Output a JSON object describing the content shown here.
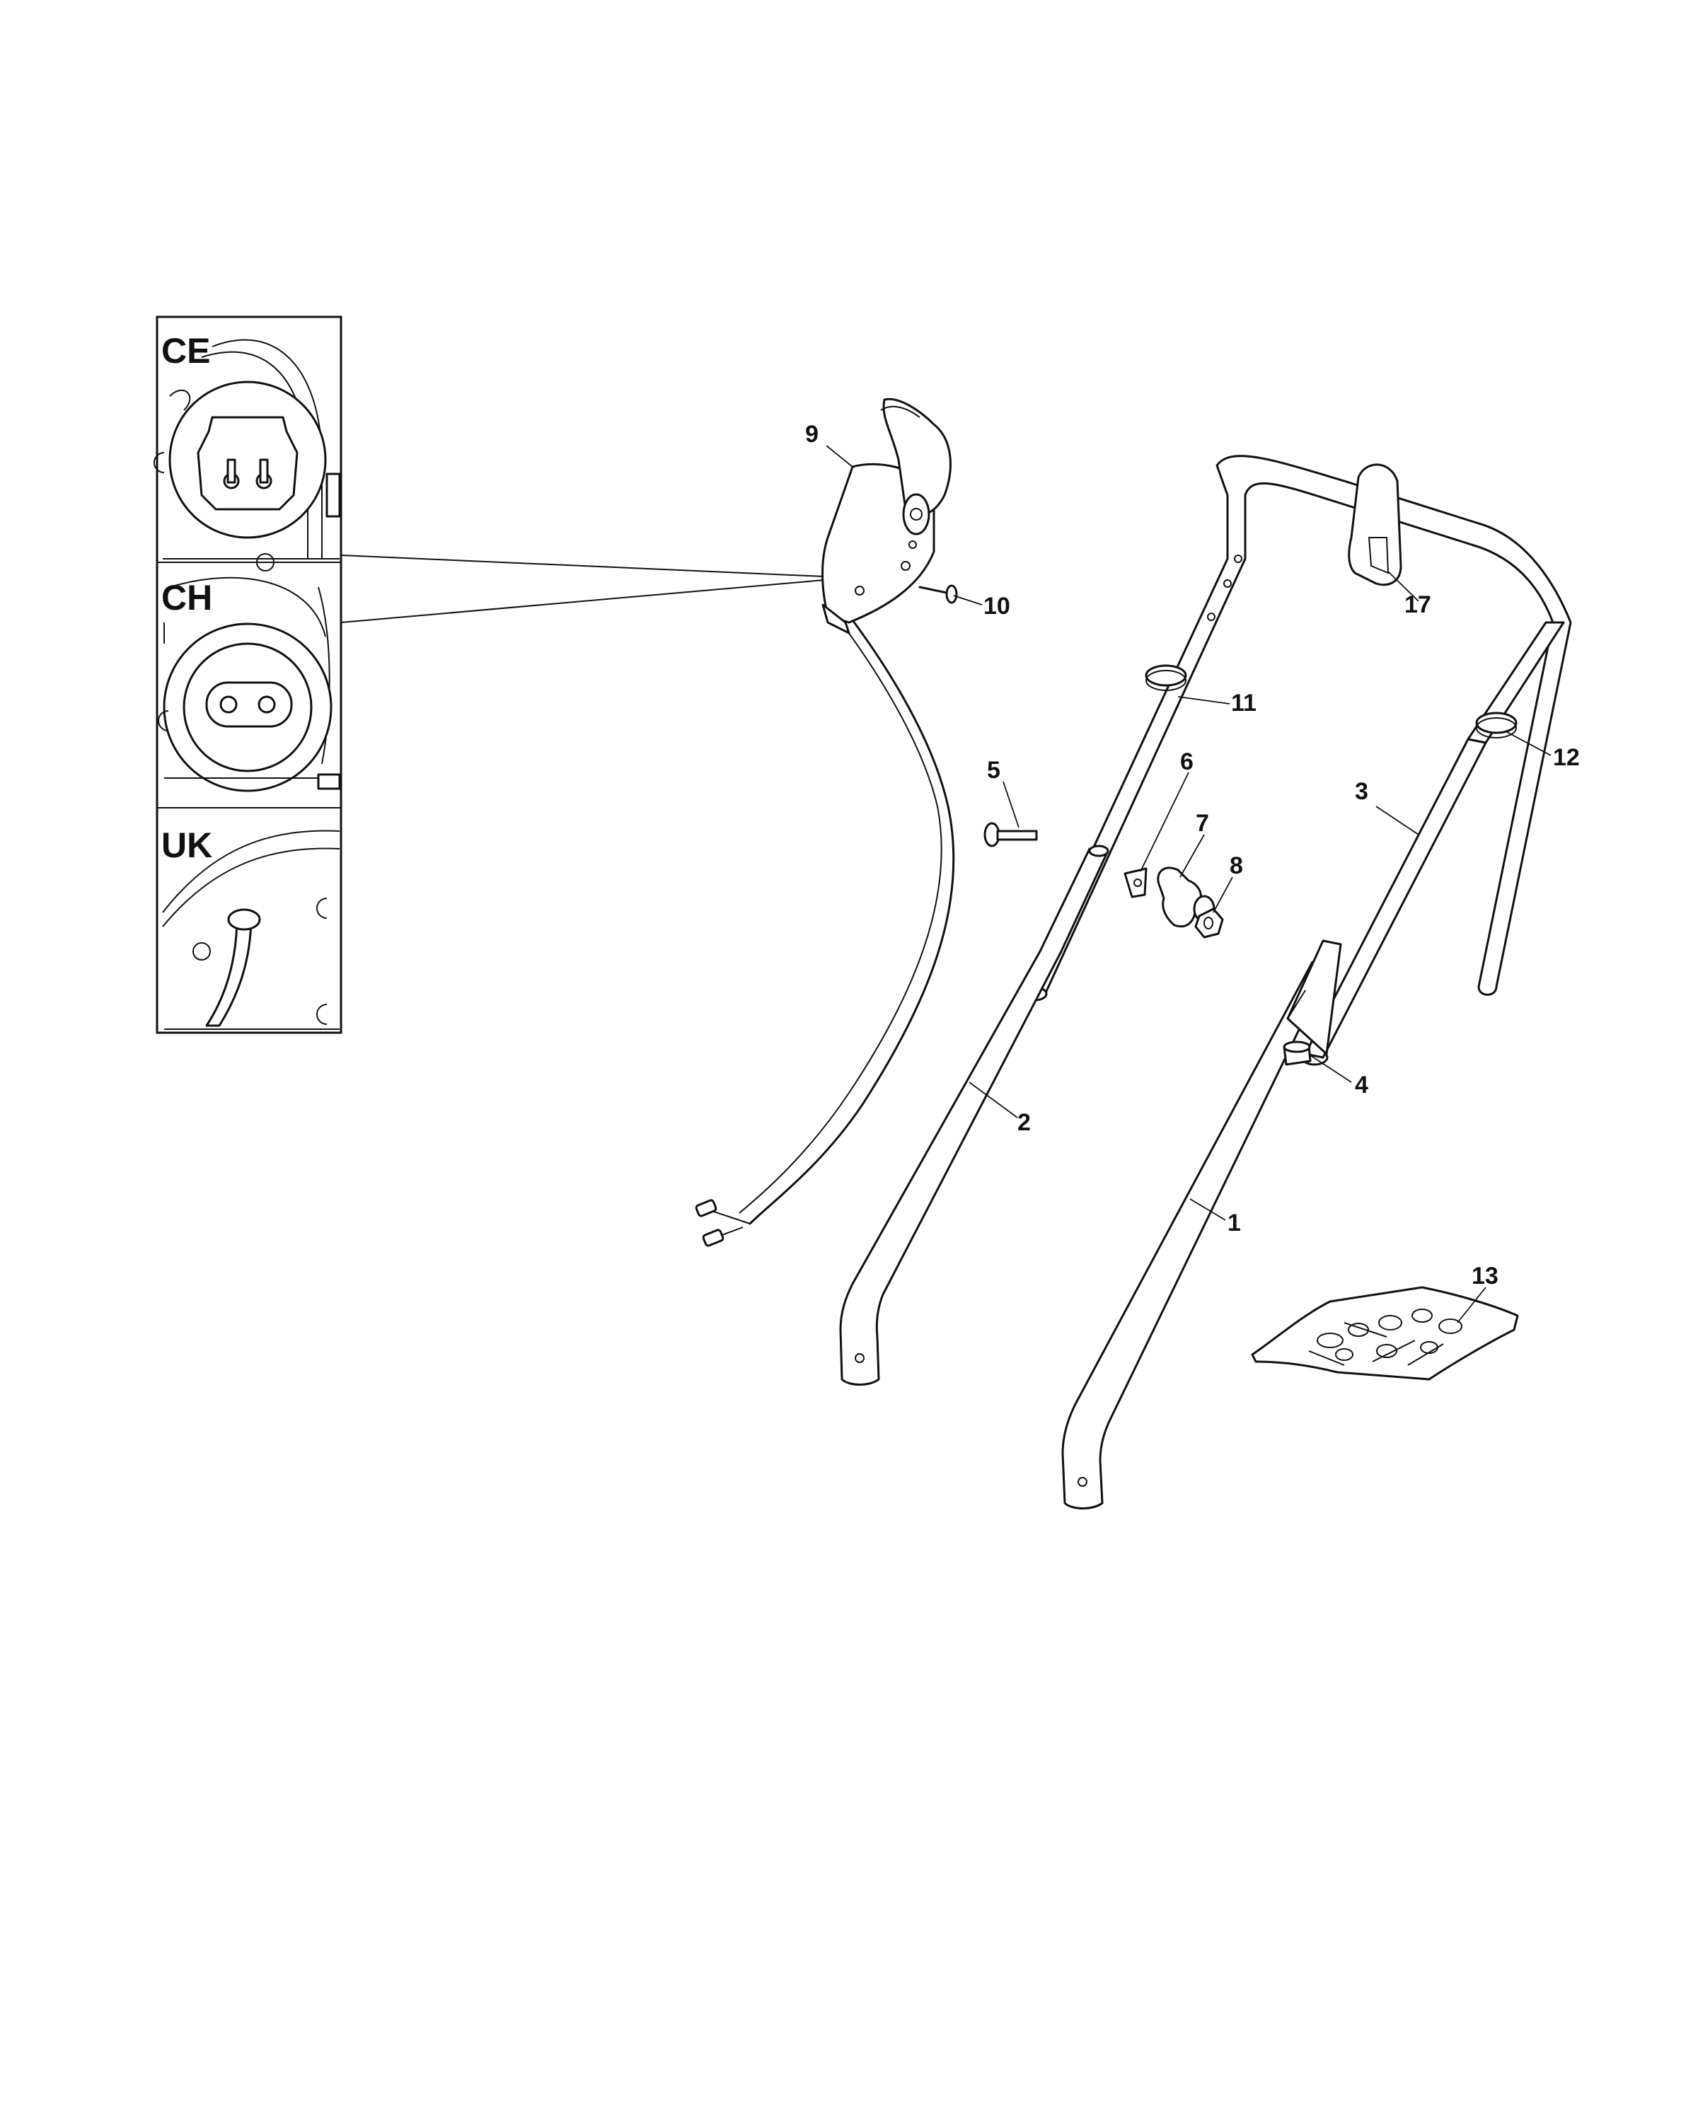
{
  "insets": [
    {
      "id": "ce",
      "label": "CE"
    },
    {
      "id": "ch",
      "label": "CH"
    },
    {
      "id": "uk",
      "label": "UK"
    }
  ],
  "callouts": [
    {
      "id": "c1",
      "number": "1",
      "part": "lower-handle-right"
    },
    {
      "id": "c2",
      "number": "2",
      "part": "lower-handle-left"
    },
    {
      "id": "c3",
      "number": "3",
      "part": "upper-handle-right-leg"
    },
    {
      "id": "c4",
      "number": "4",
      "part": "plug-cap"
    },
    {
      "id": "c5",
      "number": "5",
      "part": "bolt"
    },
    {
      "id": "c6",
      "number": "6",
      "part": "cable-clip"
    },
    {
      "id": "c7",
      "number": "7",
      "part": "wing-knob"
    },
    {
      "id": "c8",
      "number": "8",
      "part": "nut"
    },
    {
      "id": "c9",
      "number": "9",
      "part": "switch-box"
    },
    {
      "id": "c10",
      "number": "10",
      "part": "screw"
    },
    {
      "id": "c11",
      "number": "11",
      "part": "ring-left"
    },
    {
      "id": "c12",
      "number": "12",
      "part": "ring-right"
    },
    {
      "id": "c13",
      "number": "13",
      "part": "hardware-bag"
    },
    {
      "id": "c17",
      "number": "17",
      "part": "cable-hook"
    }
  ]
}
